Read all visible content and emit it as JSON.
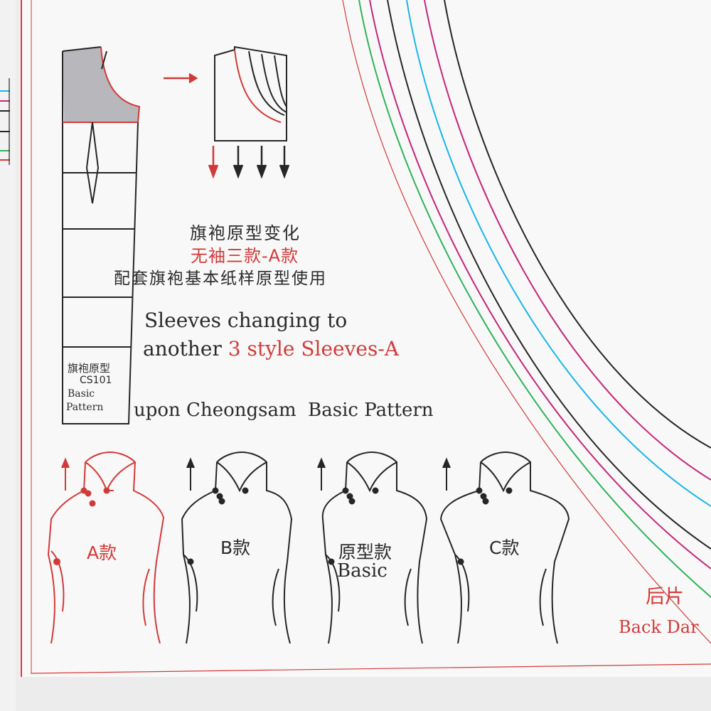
{
  "colors": {
    "sheet": "#f7f7f7",
    "ink": "#262626",
    "red": "#d23a3a",
    "pink": "#c2277a",
    "cyan": "#19b6e6",
    "green": "#2fb35a",
    "gray_fill": "#b8b8bc"
  },
  "pattern_label": {
    "cn": "旗袍原型",
    "code": "CS101",
    "en1": "Basic",
    "en2": "Pattern"
  },
  "title": {
    "cn_line1": "旗袍原型变化",
    "cn_line2": "无袖三款-A款",
    "cn_line3": "配套旗袍基本纸样原型使用",
    "en_line1": "Sleeves changing to",
    "en_line2_prefix": "another ",
    "en_line2_highlight": "3 style Sleeves-A",
    "en_line3": "upon Cheongsam  Basic Pattern"
  },
  "styles": [
    {
      "label": "A款",
      "sub": "",
      "color": "#d23a3a"
    },
    {
      "label": "B款",
      "sub": "",
      "color": "#262626"
    },
    {
      "label": "原型款",
      "sub": "Basic",
      "color": "#262626"
    },
    {
      "label": "C款",
      "sub": "",
      "color": "#262626"
    }
  ],
  "back_piece": {
    "cn": "后片",
    "en": "Back Dar"
  }
}
